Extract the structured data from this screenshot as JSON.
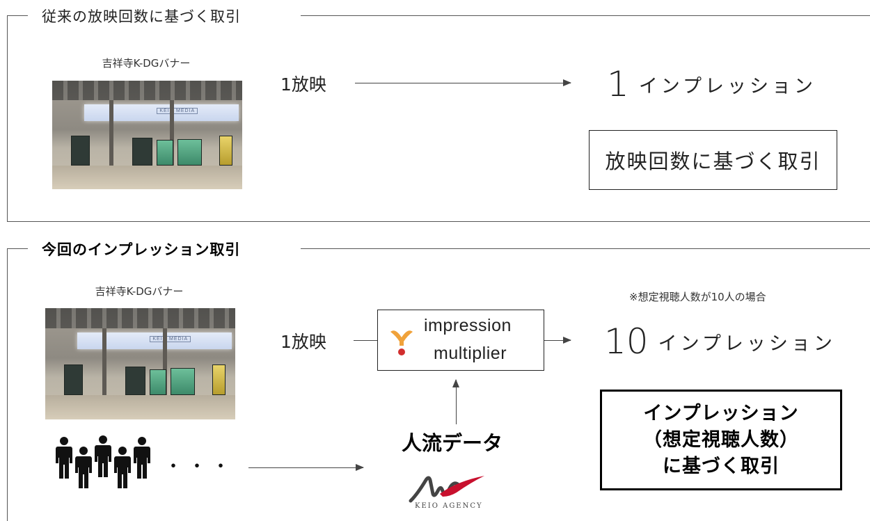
{
  "section1": {
    "title": "従来の放映回数に基づく取引",
    "caption": "吉祥寺K-DGバナー",
    "play_label": "1放映",
    "impressions_num": "1",
    "impressions_word": "インプレッション",
    "deal_box": "放映回数に基づく取引",
    "photo_logo": "KEIO MEDIA"
  },
  "section2": {
    "title": "今回のインプレッション取引",
    "caption": "吉祥寺K-DGバナー",
    "play_label": "1放映",
    "multiplier_line1": "impression",
    "multiplier_line2": "multiplier",
    "impressions_num": "10",
    "impressions_word": "インプレッション",
    "note": "※想定視聴人数が10人の場合",
    "deal_box_line1": "インプレッション",
    "deal_box_line2": "（想定視聴人数）",
    "deal_box_line3": "に基づく取引",
    "people_flow": "人流データ",
    "ellipsis": "・・・",
    "agency_name": "KEIO AGENCY",
    "photo_logo": "KEIO MEDIA"
  },
  "colors": {
    "frame_line": "#555555",
    "multiplier_logo_top": "#f0a23a",
    "multiplier_logo_dot": "#d12e2e",
    "agency_red": "#c8102e",
    "agency_dark": "#444444"
  },
  "icons": [
    "arrow-right-icon",
    "arrow-up-icon",
    "person-icon",
    "multiplier-logo-icon",
    "keio-agency-logo"
  ]
}
